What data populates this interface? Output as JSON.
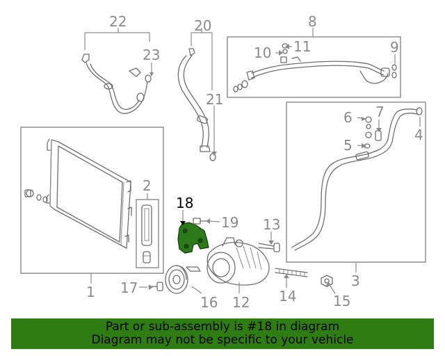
{
  "callouts": {
    "c1": "1",
    "c2": "2",
    "c3": "3",
    "c4": "4",
    "c5": "5",
    "c6": "6",
    "c7": "7",
    "c8": "8",
    "c9": "9",
    "c10": "10",
    "c11": "11",
    "c12": "12",
    "c13": "13",
    "c14": "14",
    "c15": "15",
    "c16": "16",
    "c17": "17",
    "c18": "18",
    "c19": "19",
    "c20": "20",
    "c21": "21",
    "c22": "22",
    "c23": "23"
  },
  "highlight": {
    "part": "18",
    "color": "#2d7a1b"
  },
  "colors": {
    "banner": "#2f7d12",
    "line_art": "#6e6e6e",
    "callout_text": "#8a8a8a"
  },
  "banner": {
    "line1": "Part or sub-assembly is #18 in diagram",
    "line2": "Diagram may not be specific to your vehicle"
  }
}
